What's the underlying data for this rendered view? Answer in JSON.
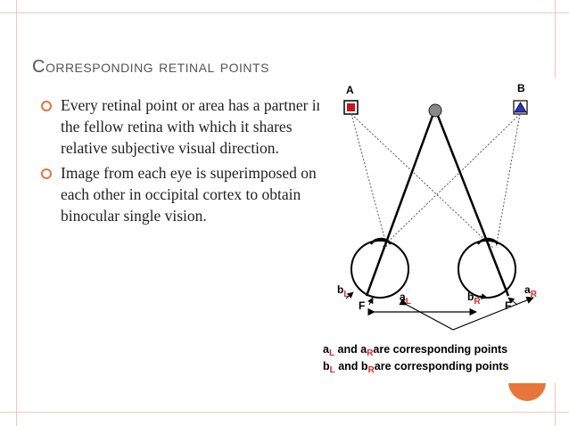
{
  "slide": {
    "title": "Corresponding retinal points",
    "bullets": [
      "Every retinal point or area has a partner in the fellow retina with which it shares relative subjective visual direction.",
      "Image from each eye is superimposed on each other in occipital cortex to obtain binocular single vision."
    ]
  },
  "diagram": {
    "label_A": "A",
    "label_B": "B",
    "label_bL_main": "b",
    "label_bL_sub": "L",
    "label_aL_main": "a",
    "label_aL_sub": "L",
    "label_F_left": "F",
    "label_bR_main": "b",
    "label_bR_sub": "R",
    "label_F_right": "F",
    "label_aR_main": "a",
    "label_aR_sub": "R",
    "caption1": {
      "a": "a",
      "s1": "L",
      "and": " and a",
      "s2": "R",
      "rest": "are corresponding points"
    },
    "caption2": {
      "a": "b",
      "s1": "L",
      "and": " and b",
      "s2": "R",
      "rest": "are corresponding points"
    }
  },
  "colors": {
    "accent": "#e2753d",
    "title": "#555555",
    "subscript": "#d92b2b",
    "square": "#c8141e",
    "triangle": "#2a34c8"
  }
}
